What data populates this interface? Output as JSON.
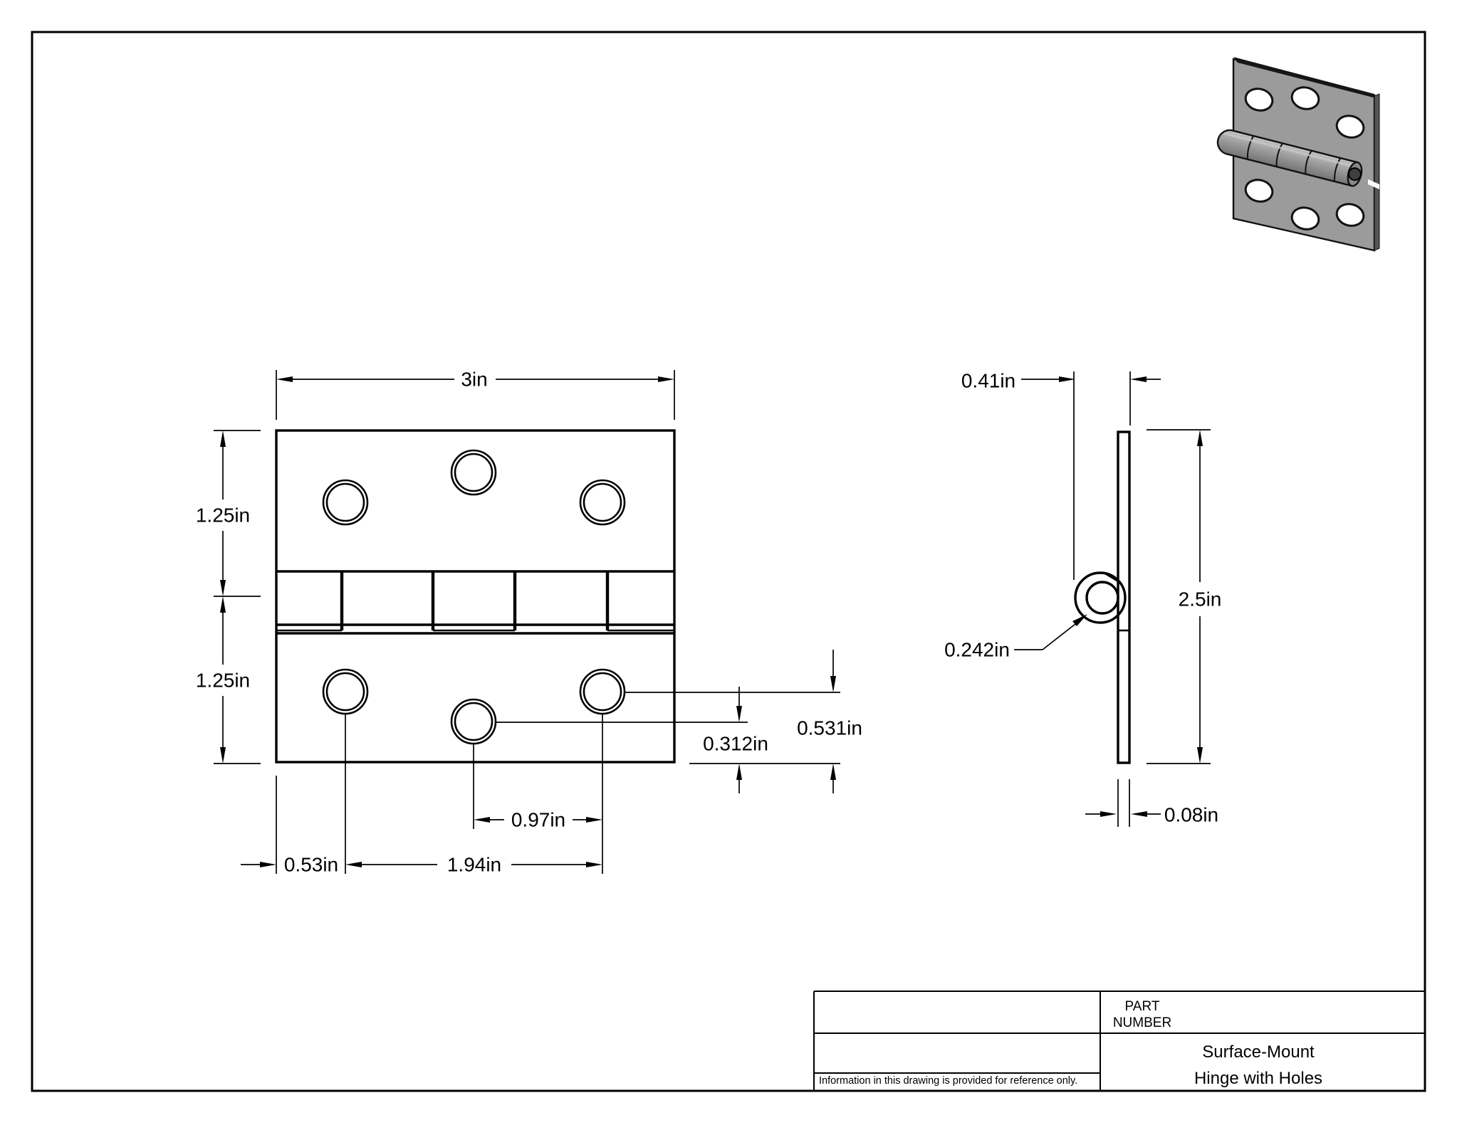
{
  "front": {
    "dim_width": "3in",
    "dim_leaf_top": "1.25in",
    "dim_leaf_bottom": "1.25in",
    "dim_hole_edge_offset": "0.53in",
    "dim_hole_pitch": "1.94in",
    "dim_hole_mid_pitch": "0.97in",
    "dim_outer_hole_height": "0.531in",
    "dim_center_hole_height": "0.312in"
  },
  "side": {
    "dim_knuckle_width": "0.41in",
    "dim_height": "2.5in",
    "dim_pin_diameter": "0.242in",
    "dim_thickness": "0.08in"
  },
  "title_block": {
    "part_label_line1": "PART",
    "part_label_line2": "NUMBER",
    "name_line1": "Surface-Mount",
    "name_line2": "Hinge with Holes",
    "note": "Information in this drawing is provided for reference only."
  },
  "colors": {
    "line": "#000000",
    "metal": "#9b9b9b",
    "metal_dark": "#555555",
    "metal_edge": "#161616",
    "pin_dark": "#3f3f3f"
  }
}
